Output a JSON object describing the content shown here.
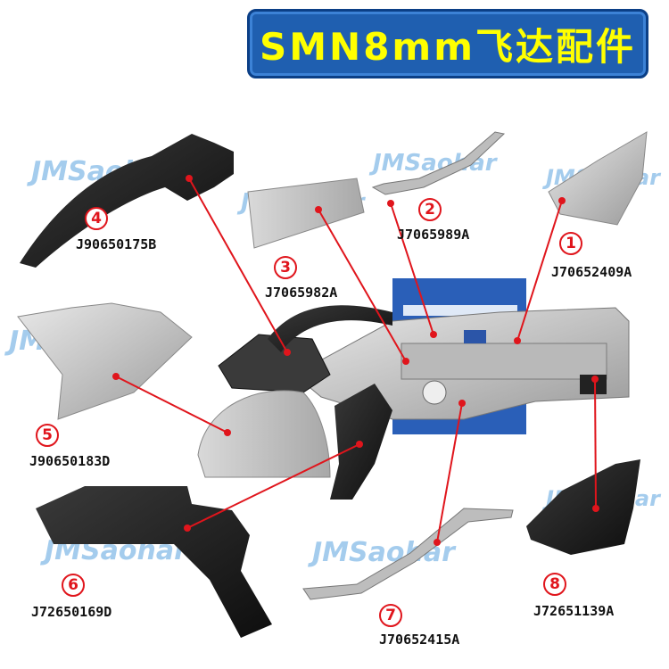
{
  "title": "SMN8mm飞达配件",
  "watermark": "JMSaohar",
  "parts": [
    {
      "num": "1",
      "code": "J70652409A"
    },
    {
      "num": "2",
      "code": "J7065989A"
    },
    {
      "num": "3",
      "code": "J7065982A"
    },
    {
      "num": "4",
      "code": "J90650175B"
    },
    {
      "num": "5",
      "code": "J90650183D"
    },
    {
      "num": "6",
      "code": "J72650169D"
    },
    {
      "num": "7",
      "code": "J70652415A"
    },
    {
      "num": "8",
      "code": "J72651139A"
    }
  ],
  "colors": {
    "title_bg": "#1f5fb0",
    "title_text": "#ffff00",
    "marker": "#e0151c",
    "watermark": "#5aa3e0"
  }
}
